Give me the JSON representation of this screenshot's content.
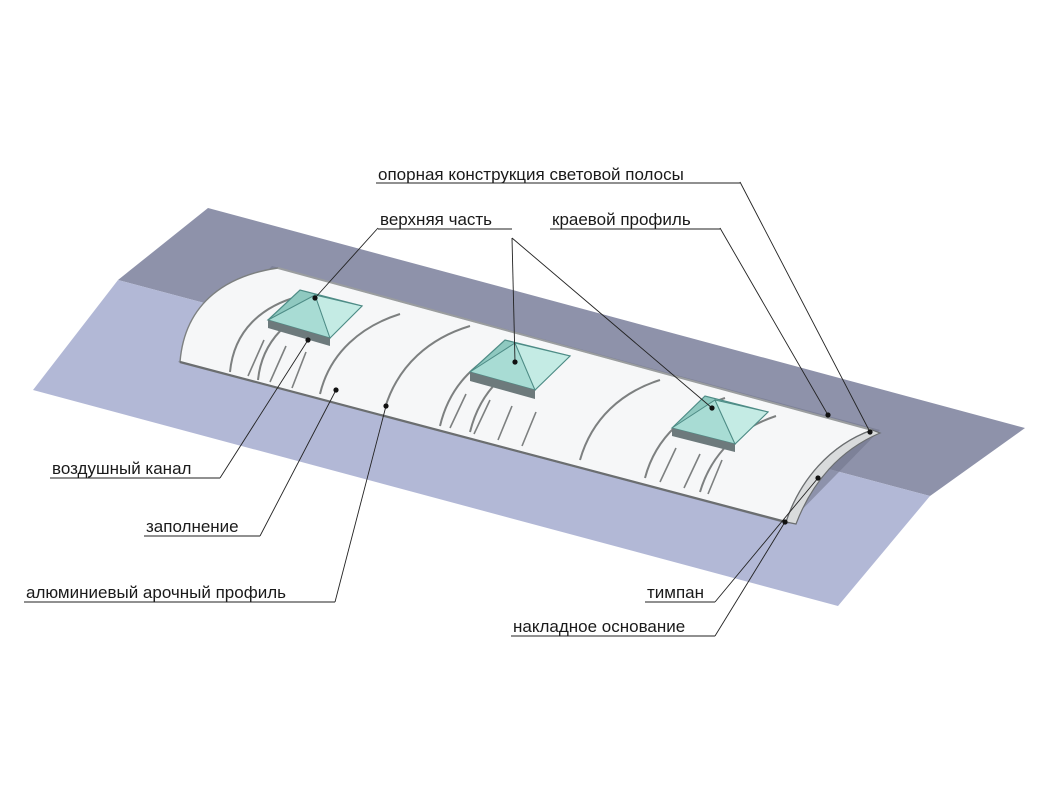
{
  "labels": {
    "support_structure": "опорная конструкция световой полосы",
    "top_part": "верхняя часть",
    "edge_profile": "краевой профиль",
    "air_channel": "воздушный канал",
    "filling": "заполнение",
    "aluminum_arch_profile": "алюминиевый арочный профиль",
    "tympanum": "тимпан",
    "overlay_base": "накладное основание"
  },
  "colors": {
    "roof_top": "#8e92aa",
    "roof_front": "#b2b8d6",
    "vault_fill": "#f6f7f8",
    "arch_profile": "#7d8080",
    "glass_fill": "#a8dcd4",
    "glass_edge": "#4e8c86"
  }
}
